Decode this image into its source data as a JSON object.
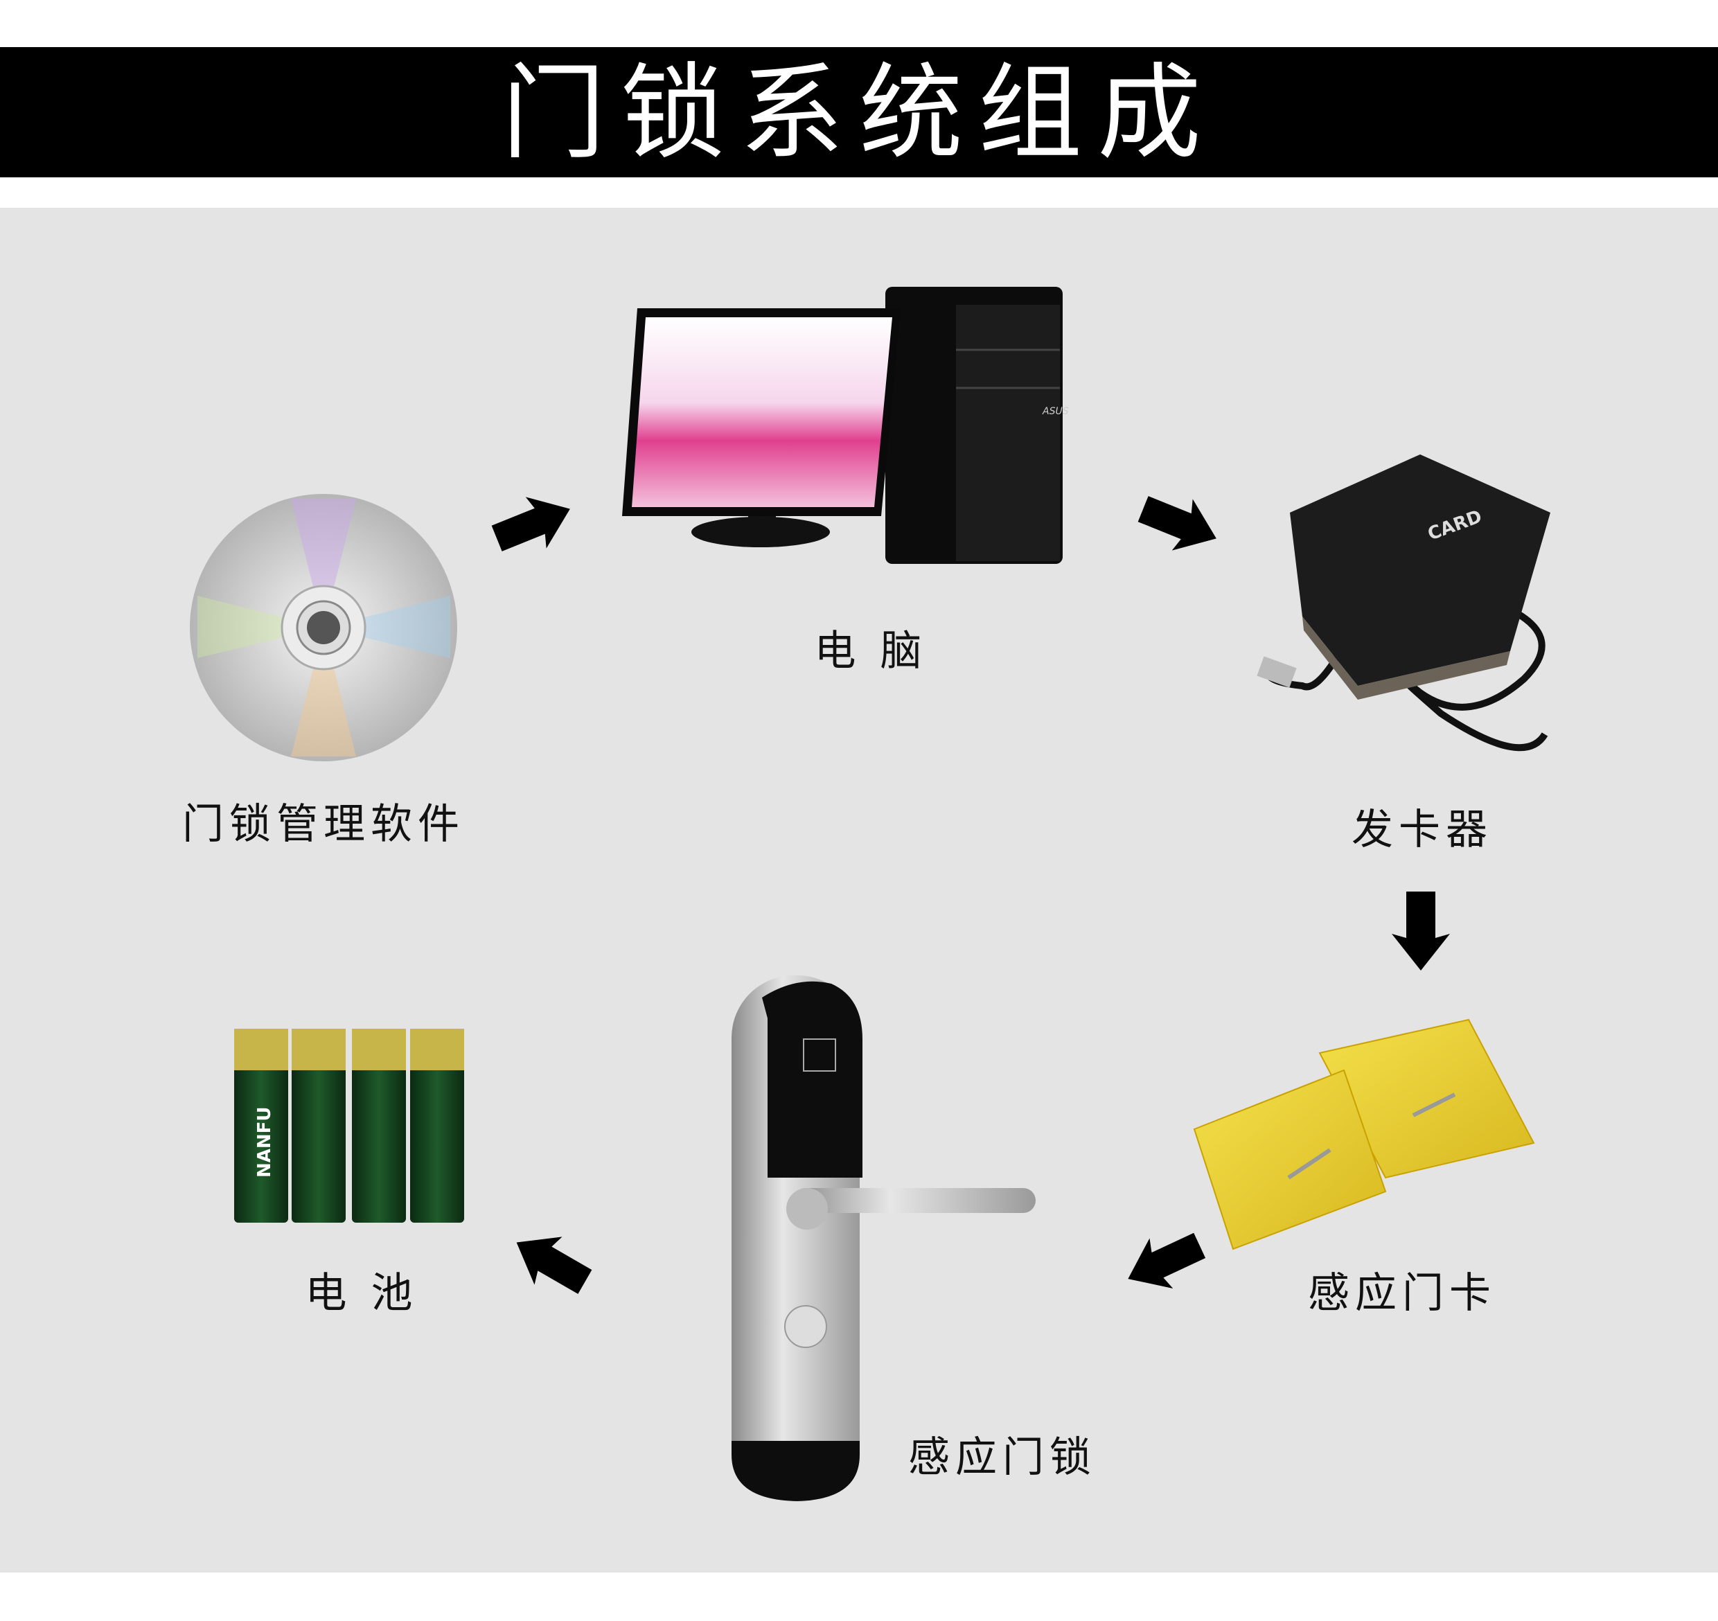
{
  "title": "门锁系统组成",
  "colors": {
    "banner": "#000000",
    "background": "#e4e4e4",
    "arrow": "#000000"
  },
  "components": [
    {
      "id": "software",
      "label": "门锁管理软件",
      "icon": "cd-disc-icon"
    },
    {
      "id": "computer",
      "label": "电 脑",
      "icon": "desktop-computer-icon",
      "brand_mark": "ASUS"
    },
    {
      "id": "card-encoder",
      "label": "发卡器",
      "icon": "card-encoder-icon",
      "logo_text": "CARD"
    },
    {
      "id": "cards",
      "label": "感应门卡",
      "icon": "rfid-card-icon"
    },
    {
      "id": "lock",
      "label": "感应门锁",
      "icon": "door-lock-icon"
    },
    {
      "id": "battery",
      "label": "电 池",
      "icon": "battery-icon",
      "brand_mark": "NANFU"
    }
  ]
}
